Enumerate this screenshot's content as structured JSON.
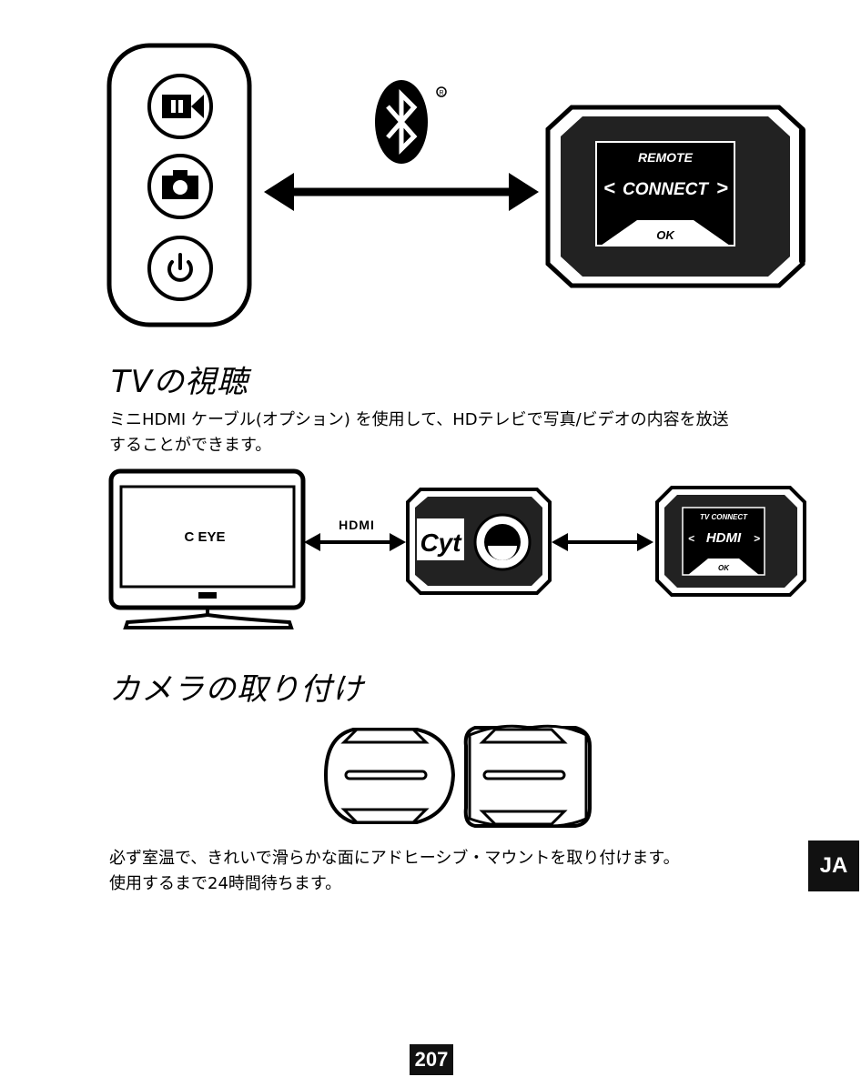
{
  "figure1": {
    "screen_title": "REMOTE",
    "screen_option": "CONNECT",
    "screen_ok": "OK"
  },
  "section_tv": {
    "heading": "TVの視聴",
    "para_line1": "ミニHDMI ケーブル(オプション) を使用して、HDテレビで写真/ビデオの内容を放送",
    "para_line2": "することができます。"
  },
  "figure2": {
    "tv_logo": "C EYE",
    "cable_label": "HDMI",
    "camera_logo": "Cyt",
    "screen_title": "TV CONNECT",
    "screen_option": "HDMI",
    "screen_ok": "OK"
  },
  "section_mount": {
    "heading": "カメラの取り付け",
    "para_line1": "必ず室温で、きれいで滑らかな面にアドヒーシブ・マウントを取り付けます。",
    "para_line2": "使用するまで24時間待ちます。"
  },
  "lang_tab": "JA",
  "page_number": "207",
  "icons": [
    "video-camera-icon",
    "photo-camera-icon",
    "power-icon",
    "bluetooth-icon",
    "double-arrow-icon"
  ]
}
